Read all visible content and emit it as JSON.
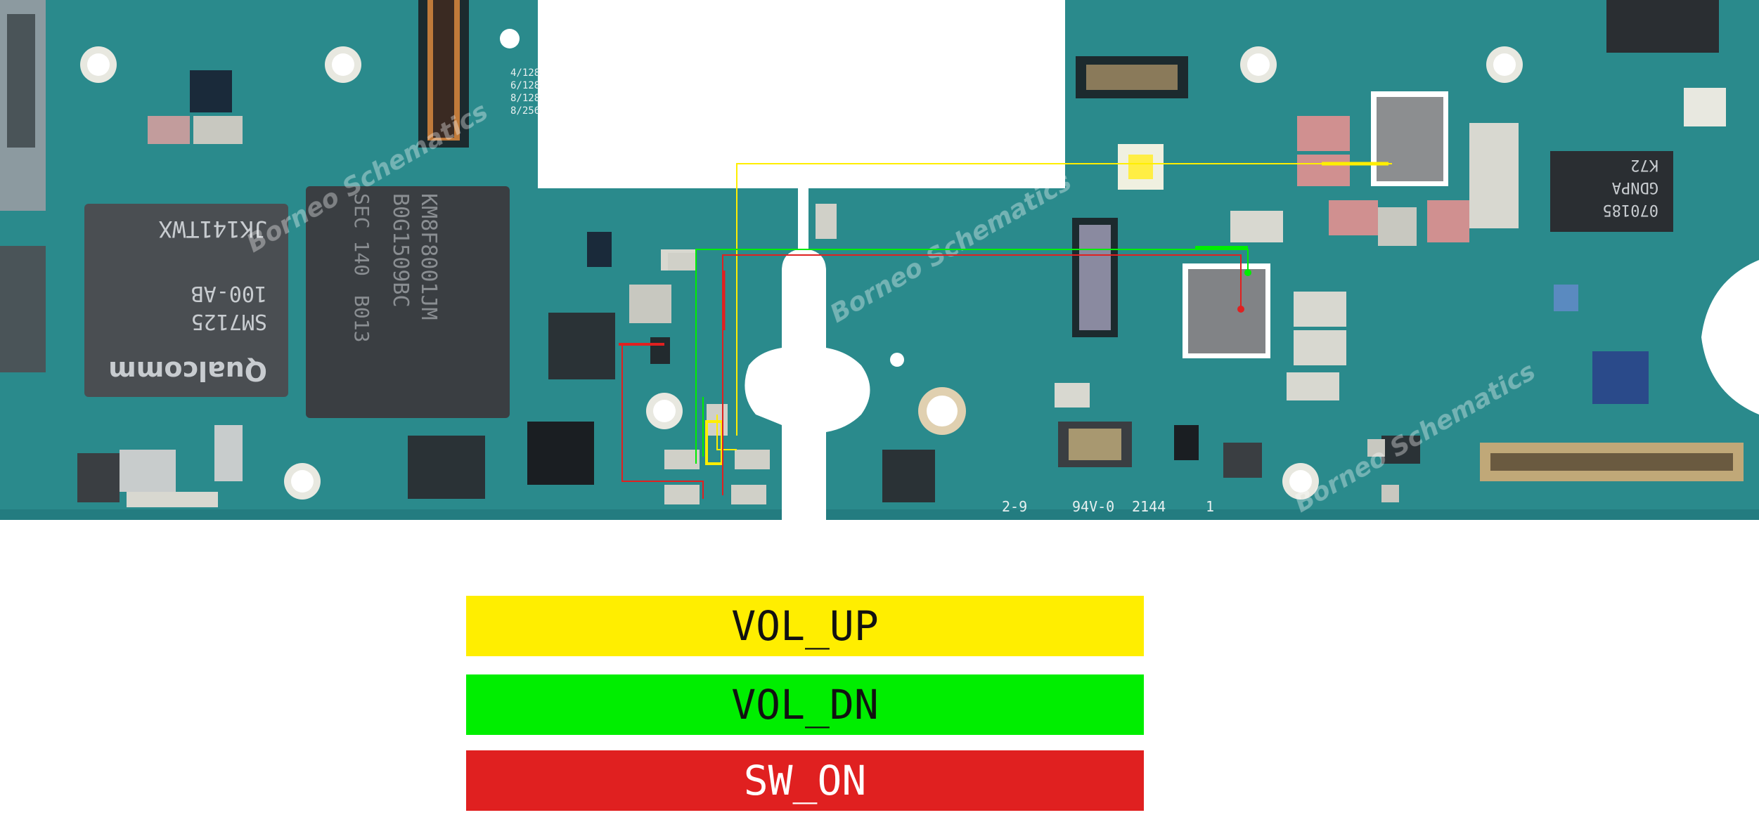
{
  "board_markings": {
    "soc_brand": "Qualcomm",
    "soc_part": "SM7125",
    "soc_variant": "100-AB",
    "soc_code": "JK141TWX",
    "memory_part": "KM8F8001JM",
    "memory_code": "B0G1509BC",
    "memory_vendor": "SEC 140",
    "memory_lot": "B013",
    "variant_list": [
      "4/128",
      "6/128",
      "8/128",
      "8/256"
    ],
    "ul_mark": "2-9",
    "rating_mark": "94V-0",
    "board_code": "2144",
    "board_index": "1",
    "pmic_code_1": "070185",
    "pmic_code_2": "GDNPA",
    "pmic_code_3": "K72",
    "watermark": "Borneo Schematics"
  },
  "legend": [
    {
      "label": "VOL_UP",
      "color": "#ffee00",
      "text_color": "#111111"
    },
    {
      "label": "VOL_DN",
      "color": "#00ee00",
      "text_color": "#111111"
    },
    {
      "label": "SW_ON",
      "color": "#e02020",
      "text_color": "#ffffff"
    }
  ],
  "colors": {
    "board_green": "#2a8a8c",
    "board_dark": "#1d6f74",
    "trace_yellow": "#ffee00",
    "trace_green": "#00ee00",
    "trace_red": "#e02020"
  }
}
